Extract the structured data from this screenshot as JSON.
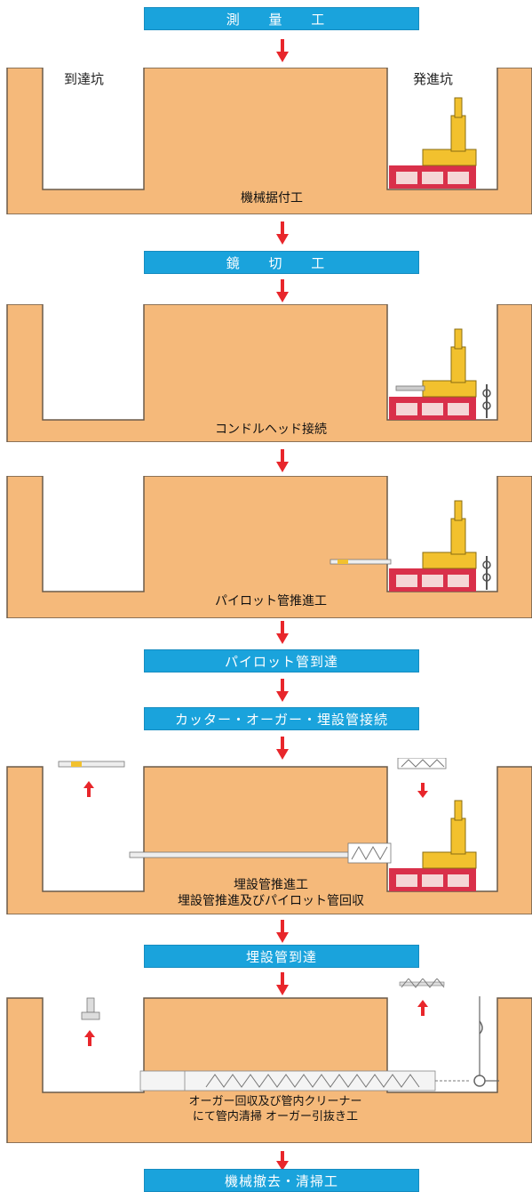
{
  "colors": {
    "soil": "#f5b97a",
    "soil_edge": "#6b5b4a",
    "banner": "#1aa3dc",
    "arrow": "#e8262b",
    "machine_red": "#d9304a",
    "machine_yellow": "#f2c12e"
  },
  "steps": {
    "survey": "測 量 工",
    "machine_setup": "機械据付工",
    "mirror_cut": "鏡 切 工",
    "head_connect": "コンドルヘッド接続",
    "pilot_push": "パイロット管推進工",
    "pilot_arrive": "パイロット管到達",
    "cutter_connect": "カッター・オーガー・埋設管接続",
    "pipe_push_1": "埋設管推進工",
    "pipe_push_2": "埋設管推進及びパイロット管回収",
    "pipe_arrive": "埋設管到達",
    "auger_1": "オーガー回収及び管内クリーナー",
    "auger_2": "にて管内清掃 オーガー引抜き工",
    "final": "機械撤去・清掃工"
  },
  "pits": {
    "arrival": "到達坑",
    "launch": "発進坑"
  }
}
